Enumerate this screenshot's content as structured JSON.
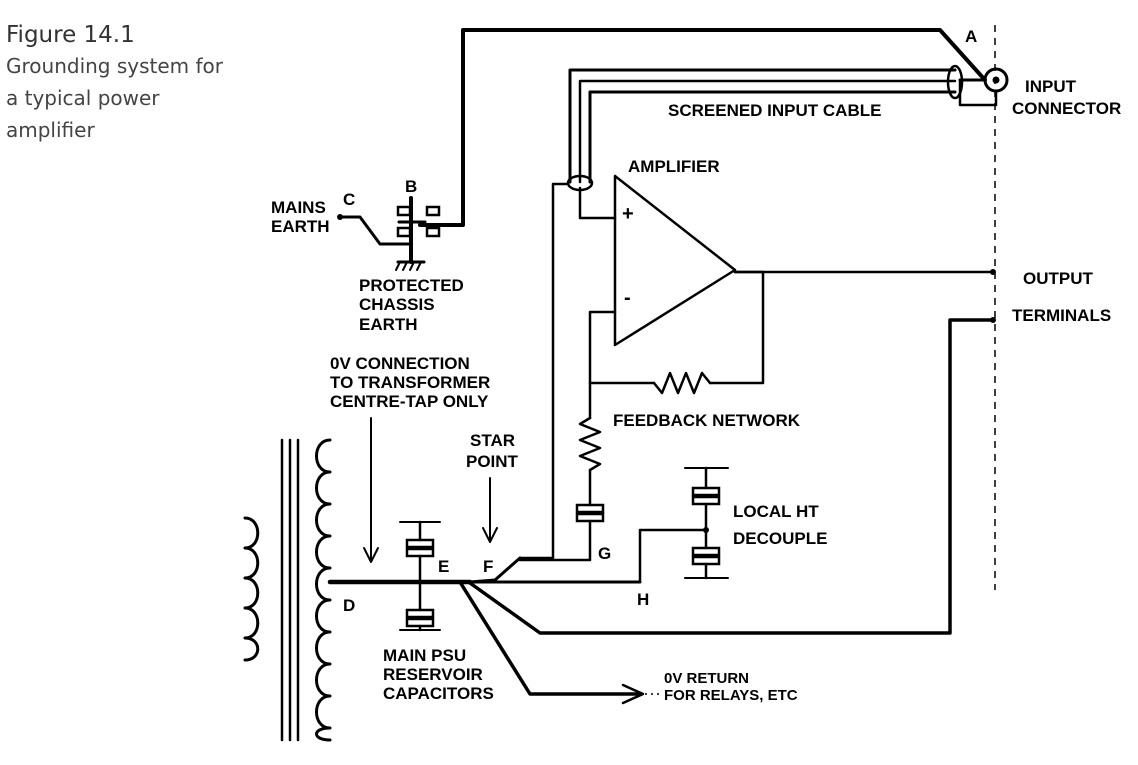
{
  "caption": {
    "figure_number": "Figure 14.1",
    "description_lines": [
      "Grounding system for",
      "a typical power",
      "amplifier"
    ]
  },
  "labels": {
    "point_a": "A",
    "point_b": "B",
    "point_c": "C",
    "point_d": "D",
    "point_e": "E",
    "point_f": "F",
    "point_g": "G",
    "point_h": "H",
    "mains_earth": [
      "MAINS",
      "EARTH"
    ],
    "input_connector": [
      "INPUT",
      "CONNECTOR"
    ],
    "screened_input_cable": "SCREENED INPUT CABLE",
    "amplifier": "AMPLIFIER",
    "plus": "+",
    "minus": "-",
    "output": "OUTPUT",
    "terminals": "TERMINALS",
    "protected_chassis_earth": [
      "PROTECTED",
      "CHASSIS",
      "EARTH"
    ],
    "zero_v_connection": [
      "0V CONNECTION",
      "TO TRANSFORMER",
      "CENTRE-TAP ONLY"
    ],
    "feedback_network": "FEEDBACK NETWORK",
    "star_point": [
      "STAR",
      "POINT"
    ],
    "local_ht_decouple": [
      "LOCAL HT",
      "DECOUPLE"
    ],
    "main_psu_reservoir": [
      "MAIN PSU",
      "RESERVOIR",
      "CAPACITORS"
    ],
    "zero_v_return": [
      "0V RETURN",
      "FOR RELAYS, ETC"
    ]
  }
}
